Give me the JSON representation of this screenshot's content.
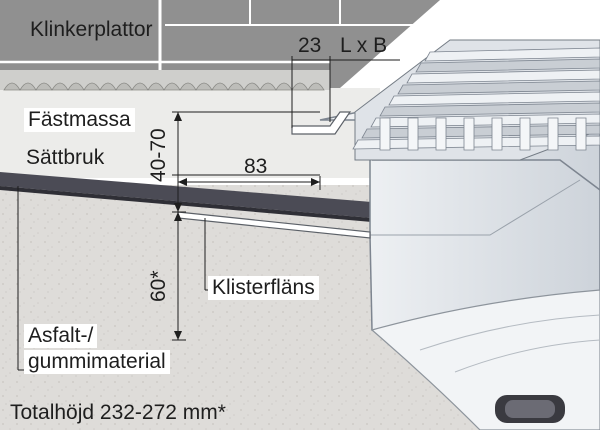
{
  "labels": {
    "klinkerplattor": "Klinkerplattor",
    "fastmassa": "Fästmassa",
    "sattbruk": "Sättbruk",
    "klisterflans": "Klisterfläns",
    "asfalt_line1": "Asfalt-/",
    "asfalt_line2": "gummimaterial",
    "totalhojd": "Totalhöjd 232-272 mm*"
  },
  "dimensions": {
    "flange_gap": "23",
    "grate_size": "L x B",
    "bed_height": "40-70",
    "flange_width": "83",
    "lower_height": "60*"
  },
  "colors": {
    "tile": "#8f8f8f",
    "tile_top": "#a9a9a9",
    "mortar": "#ececea",
    "membrane": "#4b4b55",
    "concrete": "#dedcd9",
    "steel": "#e9ecef",
    "steel_dark": "#7d8590"
  }
}
